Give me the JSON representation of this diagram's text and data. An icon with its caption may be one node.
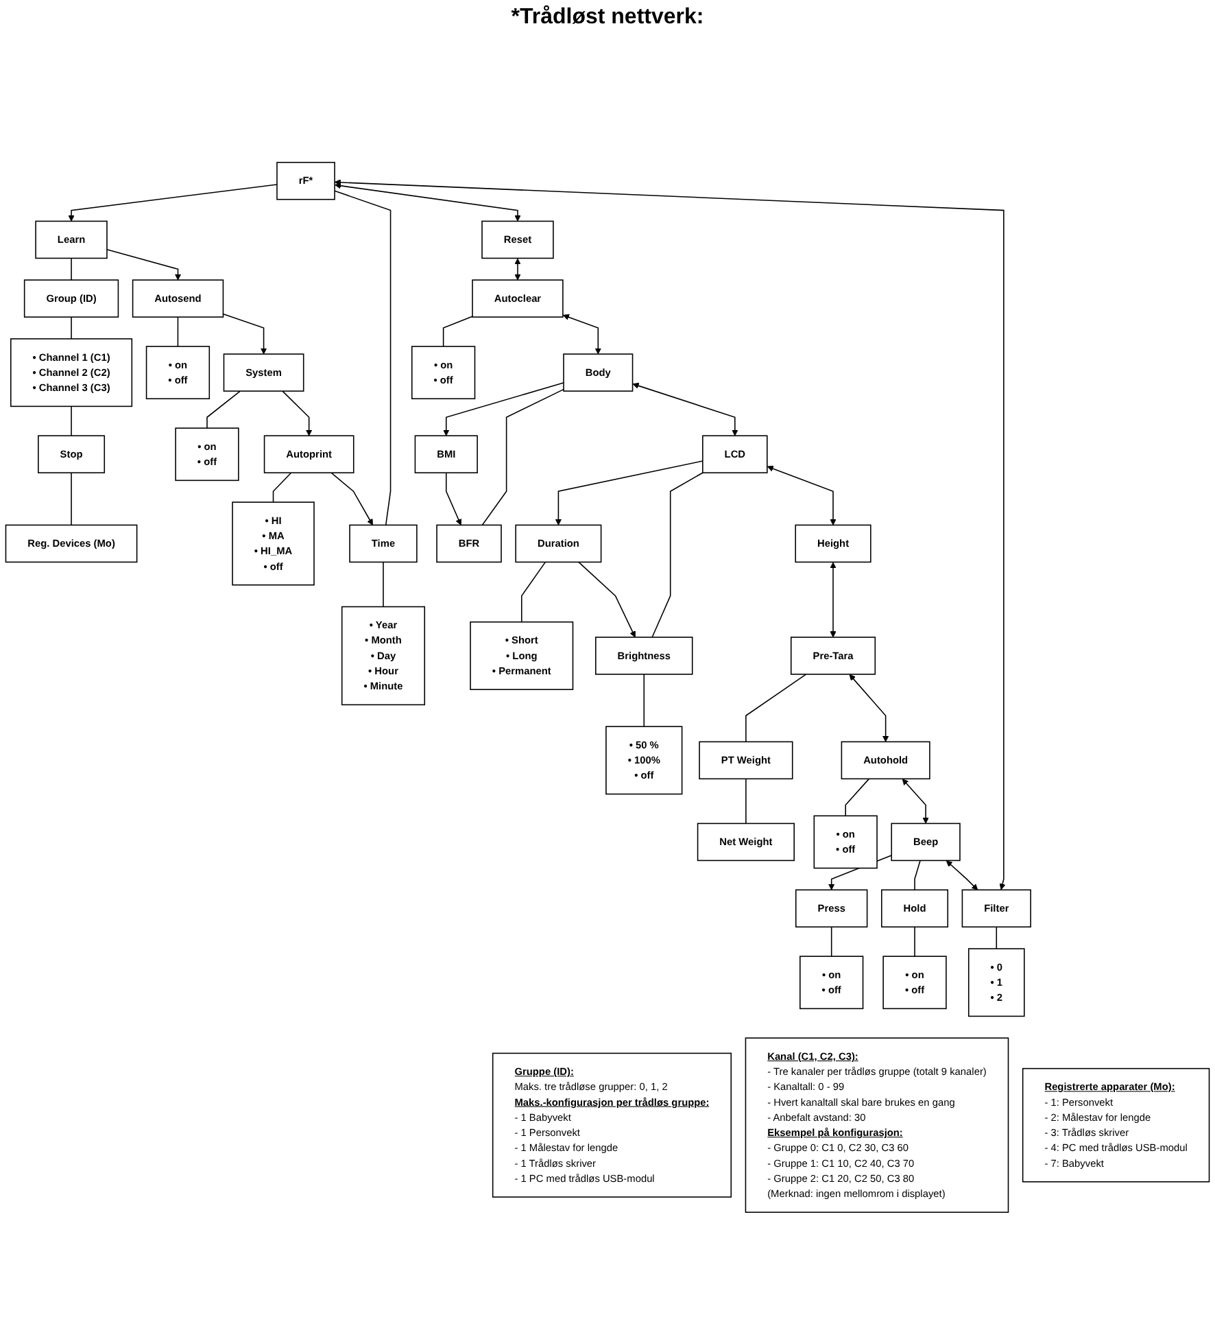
{
  "diagram": {
    "nodes": [
      {
        "text": [
          "rF*"
        ]
      },
      {
        "text": [
          "Learn"
        ]
      },
      {
        "text": [
          "Group (ID)"
        ]
      },
      {
        "text": [
          "• Channel 1 (C1)",
          "• Channel 2 (C2)",
          "• Channel 3 (C3)"
        ]
      },
      {
        "text": [
          "Stop"
        ]
      },
      {
        "text": [
          "Reg. Devices (Mo)"
        ]
      },
      {
        "text": [
          "Autosend"
        ]
      },
      {
        "text": [
          "• on",
          "• off"
        ]
      },
      {
        "text": [
          "System"
        ]
      },
      {
        "text": [
          "• on",
          "• off"
        ]
      },
      {
        "text": [
          "Autoprint"
        ]
      },
      {
        "text": [
          "• HI",
          "• MA",
          "• HI_MA",
          "• off"
        ]
      },
      {
        "text": [
          "Time"
        ]
      },
      {
        "text": [
          "• Year",
          "• Month",
          "• Day",
          "• Hour",
          "• Minute"
        ]
      },
      {
        "text": [
          "Reset"
        ]
      },
      {
        "text": [
          "Autoclear"
        ]
      },
      {
        "text": [
          "• on",
          "• off"
        ]
      },
      {
        "text": [
          "Body"
        ]
      },
      {
        "text": [
          "BMI"
        ]
      },
      {
        "text": [
          "BFR"
        ]
      },
      {
        "text": [
          "LCD"
        ]
      },
      {
        "text": [
          "Duration"
        ]
      },
      {
        "text": [
          "• Short",
          "• Long",
          "• Permanent"
        ]
      },
      {
        "text": [
          "Brightness"
        ]
      },
      {
        "text": [
          "• 50 %",
          "• 100%",
          "• off"
        ]
      },
      {
        "text": [
          "Height"
        ]
      },
      {
        "text": [
          "Pre-Tara"
        ]
      },
      {
        "text": [
          "PT Weight"
        ]
      },
      {
        "text": [
          "Net Weight"
        ]
      },
      {
        "text": [
          "Autohold"
        ]
      },
      {
        "text": [
          "• on",
          "• off"
        ]
      },
      {
        "text": [
          "Beep"
        ]
      },
      {
        "text": [
          "Press"
        ]
      },
      {
        "text": [
          "• on",
          "• off"
        ]
      },
      {
        "text": [
          "Hold"
        ]
      },
      {
        "text": [
          "• on",
          "• off"
        ]
      },
      {
        "text": [
          "Filter"
        ]
      },
      {
        "text": [
          "• 0",
          "• 1",
          "• 2"
        ]
      },
      {
        "text": [
          "Gruppe (ID):",
          "Maks. tre trådløse grupper: 0, 1, 2",
          "Maks.-konfigurasjon per trådløs gruppe:",
          "- 1 Babyvekt",
          "- 1 Personvekt",
          "- 1 Målestav for lengde",
          "- 1 Trådløs skriver",
          "- 1 PC med trådløs USB-modul"
        ]
      },
      {
        "text": [
          "Kanal (C1, C2, C3):",
          "- Tre kanaler per trådløs gruppe (totalt 9 kanaler)",
          "- Kanaltall: 0 - 99",
          "- Hvert kanaltall skal bare brukes en gang",
          "- Anbefalt avstand: 30",
          "Eksempel på konfigurasjon:",
          "- Gruppe 0: C1 0, C2 30, C3 60",
          "- Gruppe 1: C1 10, C2 40, C3 70",
          "- Gruppe 2: C1 20, C2 50, C3 80",
          "(Merknad: ingen mellomrom i displayet)"
        ]
      },
      {
        "text": [
          "Registrerte apparater (Mo):",
          "- 1: Personvekt",
          "- 2: Målestav for lengde",
          "- 3: Trådløs skriver",
          "- 4: PC med trådløs USB-modul",
          "- 7: Babyvekt"
        ]
      }
    ],
    "edges": [
      {
        "from": 36,
        "to": 0,
        "arrow": "both"
      },
      {
        "from": 0,
        "to": 1,
        "arrow": "to"
      },
      {
        "from": 0,
        "to": 12,
        "arrow": "none"
      },
      {
        "from": 1,
        "to": 2,
        "arrow": "none"
      },
      {
        "from": 2,
        "to": 3,
        "arrow": "none"
      },
      {
        "from": 3,
        "to": 4,
        "arrow": "none"
      },
      {
        "from": 4,
        "to": 5,
        "arrow": "none"
      },
      {
        "from": 1,
        "to": 6,
        "arrow": "to"
      },
      {
        "from": 6,
        "to": 7,
        "arrow": "none"
      },
      {
        "from": 6,
        "to": 8,
        "arrow": "to"
      },
      {
        "from": 8,
        "to": 9,
        "arrow": "none"
      },
      {
        "from": 8,
        "to": 10,
        "arrow": "to"
      },
      {
        "from": 10,
        "to": 11,
        "arrow": "none"
      },
      {
        "from": 10,
        "to": 12,
        "arrow": "to"
      },
      {
        "from": 12,
        "to": 13,
        "arrow": "none"
      },
      {
        "from": 0,
        "to": 14,
        "arrow": "both"
      },
      {
        "from": 14,
        "to": 15,
        "arrow": "both"
      },
      {
        "from": 15,
        "to": 16,
        "arrow": "none"
      },
      {
        "from": 15,
        "to": 17,
        "arrow": "both"
      },
      {
        "from": 17,
        "to": 18,
        "arrow": "to"
      },
      {
        "from": 17,
        "to": 19,
        "arrow": "none"
      },
      {
        "from": 18,
        "to": 19,
        "arrow": "to"
      },
      {
        "from": 17,
        "to": 20,
        "arrow": "both"
      },
      {
        "from": 20,
        "to": 21,
        "arrow": "to"
      },
      {
        "from": 20,
        "to": 23,
        "arrow": "none"
      },
      {
        "from": 21,
        "to": 22,
        "arrow": "none"
      },
      {
        "from": 21,
        "to": 23,
        "arrow": "to"
      },
      {
        "from": 23,
        "to": 24,
        "arrow": "none"
      },
      {
        "from": 20,
        "to": 25,
        "arrow": "both"
      },
      {
        "from": 25,
        "to": 26,
        "arrow": "both"
      },
      {
        "from": 26,
        "to": 27,
        "arrow": "none"
      },
      {
        "from": 27,
        "to": 28,
        "arrow": "none"
      },
      {
        "from": 26,
        "to": 29,
        "arrow": "both"
      },
      {
        "from": 29,
        "to": 30,
        "arrow": "none"
      },
      {
        "from": 29,
        "to": 31,
        "arrow": "both"
      },
      {
        "from": 31,
        "to": 32,
        "arrow": "to"
      },
      {
        "from": 31,
        "to": 34,
        "arrow": "none"
      },
      {
        "from": 32,
        "to": 33,
        "arrow": "none"
      },
      {
        "from": 34,
        "to": 35,
        "arrow": "none"
      },
      {
        "from": 31,
        "to": 36,
        "arrow": "both"
      },
      {
        "from": 36,
        "to": 37,
        "arrow": "none"
      }
    ],
    "labels": [
      "*Trådløst nettverk:"
    ]
  }
}
